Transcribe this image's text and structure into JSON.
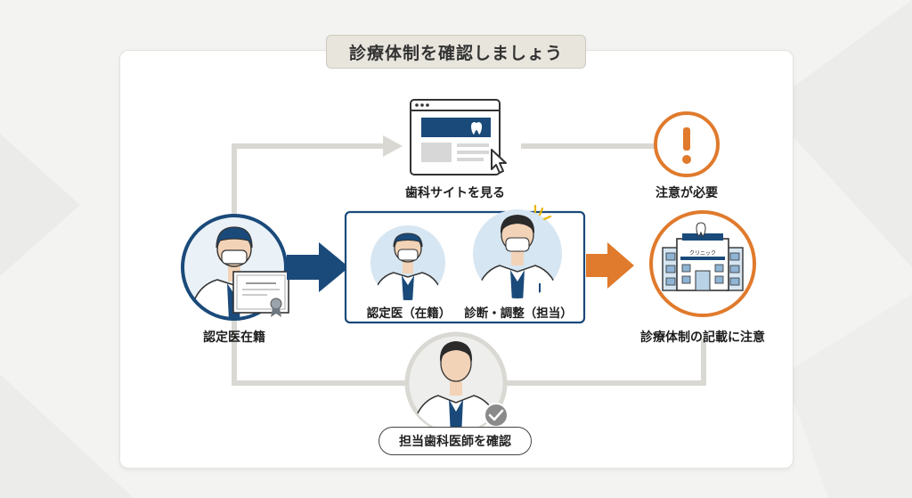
{
  "title": "診療体制を確認しましょう",
  "nodes": {
    "website": {
      "label": "歯科サイトを見る"
    },
    "certified_doctor": {
      "label": "認定医在籍"
    },
    "caution": {
      "label": "注意が必要"
    },
    "clinic": {
      "label": "診療体制の記載に注意",
      "sign": "クリニック"
    },
    "team_certified": {
      "label": "認定医（在籍）"
    },
    "team_treating": {
      "label": "診断・調整（担当）"
    },
    "assigned_doctor": {
      "label": "担当歯科医師を確認"
    }
  },
  "colors": {
    "navy": "#1a4a7a",
    "orange": "#e07a2c",
    "gray_line": "#d9d8d3",
    "light_blue": "#d6e6f2",
    "check_gray": "#8a8a8a"
  }
}
